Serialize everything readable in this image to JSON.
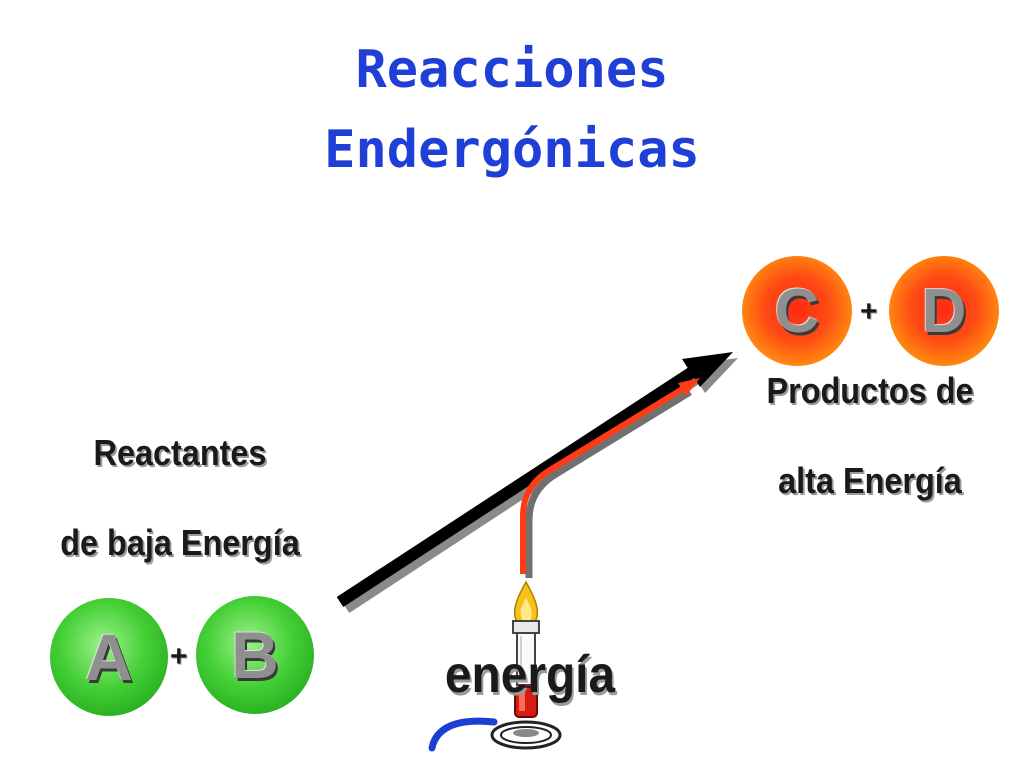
{
  "title": {
    "line1": "Reacciones",
    "line2": "Endergónicas"
  },
  "reactants": {
    "line1": "Reactantes",
    "line2": "de baja Energía"
  },
  "products": {
    "line1": "Productos de",
    "line2": "alta Energía"
  },
  "energy_label": "energía",
  "molecules": {
    "a": "A",
    "b": "B",
    "c": "C",
    "d": "D",
    "plus": "+"
  },
  "colors": {
    "title": "#1f3fd6",
    "reactant": "#3ccf2e",
    "product": "#ff3a14",
    "arrow": "#000000",
    "energy_path": "#ff3a14"
  }
}
